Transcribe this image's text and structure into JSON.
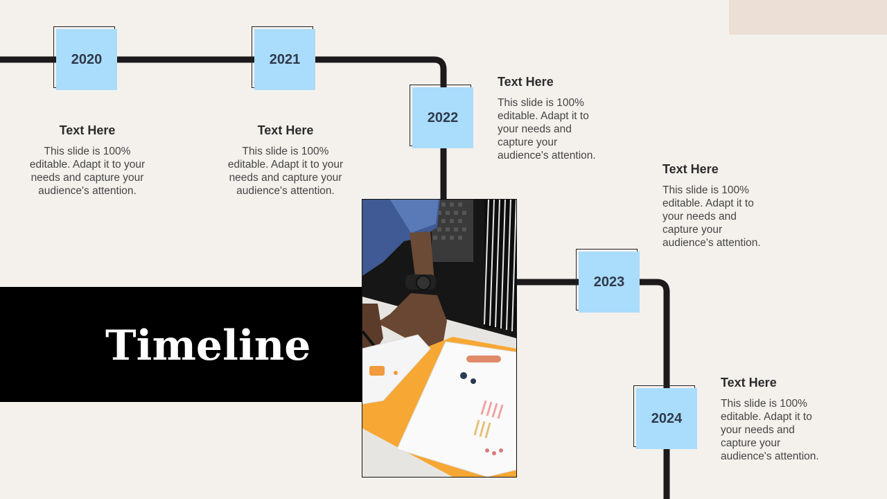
{
  "slide": {
    "title": "Timeline",
    "milestones": [
      {
        "year": "2020",
        "heading": "Text Here",
        "body": "This slide is 100% editable. Adapt it to your needs and capture your audience's attention."
      },
      {
        "year": "2021",
        "heading": "Text Here",
        "body": "This slide is 100% editable. Adapt it to your needs and capture your audience's attention."
      },
      {
        "year": "2022",
        "heading": "Text Here",
        "body": "This slide is 100% editable. Adapt it to your needs and capture your audience's attention."
      },
      {
        "year": "2023",
        "heading": "Text Here",
        "body": "This slide is 100% editable. Adapt it to your needs and capture your audience's attention."
      },
      {
        "year": "2024",
        "heading": "Text Here",
        "body": "This slide is 100% editable. Adapt it to your needs and capture your audience's attention."
      }
    ]
  },
  "colors": {
    "background": "#f4f1ed",
    "year_box": "#aadcfb",
    "path_line": "#1c1a1b",
    "title_band": "#000000",
    "corner_accent": "#ecdfd5"
  }
}
